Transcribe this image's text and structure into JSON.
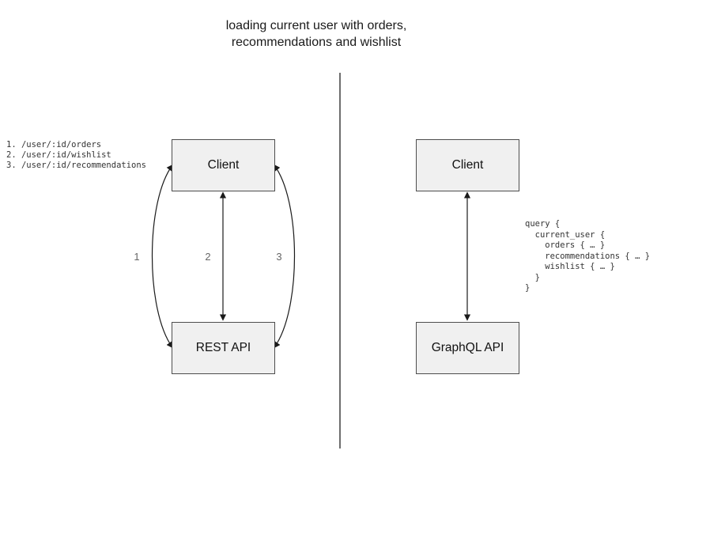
{
  "title": {
    "line1": "loading current user with orders,",
    "line2": "recommendations and wishlist"
  },
  "rest_panel": {
    "client_label": "Client",
    "api_label": "REST API",
    "endpoints": [
      "1. /user/:id/orders",
      "2. /user/:id/wishlist",
      "3. /user/:id/recommendations"
    ],
    "arrow_labels": [
      "1",
      "2",
      "3"
    ]
  },
  "graphql_panel": {
    "client_label": "Client",
    "api_label": "GraphQL API",
    "query_lines": [
      "query {",
      "  current_user {",
      "    orders { … }",
      "    recommendations { … }",
      "    wishlist { … }",
      "  }",
      "}"
    ]
  },
  "colors": {
    "box_fill": "#f0f0f0",
    "box_border": "#4d4d4d",
    "arrow": "#1a1a1a",
    "arrow_label": "#666666",
    "divider": "#6e6e6e"
  }
}
